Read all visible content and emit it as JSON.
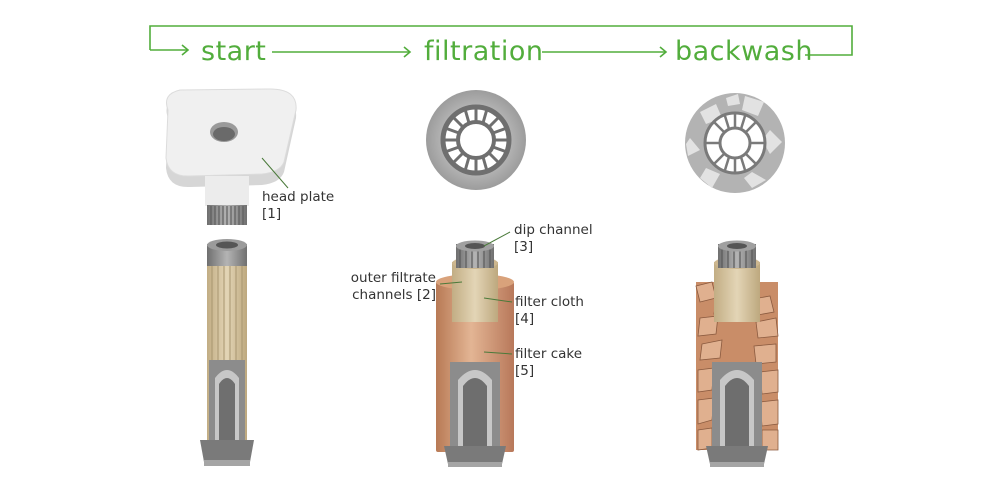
{
  "stages": [
    {
      "label": "start"
    },
    {
      "label": "filtration"
    },
    {
      "label": "backwash"
    }
  ],
  "labels": {
    "head_plate": {
      "name": "head plate",
      "ref": "[1]"
    },
    "dip_channel": {
      "name": "dip channel",
      "ref": "[3]"
    },
    "outer_filtrate": {
      "line1": "outer filtrate",
      "line2": "channels [2]"
    },
    "filter_cloth": {
      "name": "filter cloth",
      "ref": "[4]"
    },
    "filter_cake": {
      "name": "filter cake",
      "ref": "[5]"
    }
  },
  "colors": {
    "accent": "#52ad3c",
    "text": "#333333",
    "cloth": "#d6c5a2",
    "cake": "#cf9a74",
    "metal": "#8a8a8a"
  }
}
